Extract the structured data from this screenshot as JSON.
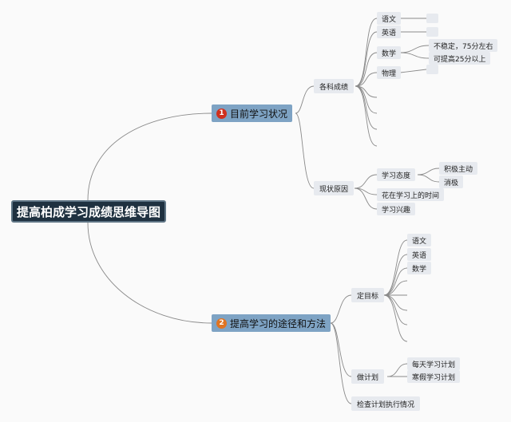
{
  "title": "提高柏成学习成绩思维导图",
  "branches": [
    {
      "label": "目前学习状况",
      "marker": "1",
      "marker_color": "#d0301e",
      "children": [
        {
          "label": "各科成绩",
          "children": [
            {
              "label": "语文"
            },
            {
              "label": "英语"
            },
            {
              "label": "数学",
              "children": [
                "不稳定，75分左右",
                "可提高25分以上"
              ]
            },
            {
              "label": "物理"
            }
          ]
        },
        {
          "label": "现状原因",
          "children": [
            {
              "label": "学习态度",
              "children": [
                "积极主动",
                "消极"
              ]
            },
            {
              "label": "花在学习上的时间"
            },
            {
              "label": "学习兴趣"
            }
          ]
        }
      ]
    },
    {
      "label": "提高学习的途径和方法",
      "marker": "2",
      "marker_color": "#e07422",
      "children": [
        {
          "label": "定目标",
          "children": [
            "语文",
            "英语",
            "数学"
          ]
        },
        {
          "label": "做计划",
          "children": [
            "每天学习计划",
            "寒假学习计划"
          ]
        },
        {
          "label": "检查计划执行情况"
        }
      ]
    }
  ]
}
